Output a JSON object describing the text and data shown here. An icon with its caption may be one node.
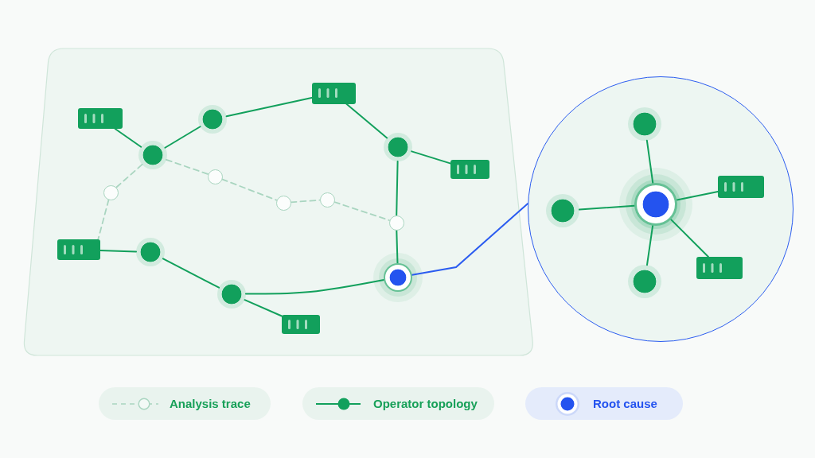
{
  "diagram": {
    "nodes": [
      {
        "text": [],
        "shape": "box"
      },
      {
        "text": [],
        "shape": "circle"
      },
      {
        "text": [],
        "shape": "box"
      },
      {
        "text": [],
        "shape": "circle"
      },
      {
        "text": [],
        "shape": "circle"
      },
      {
        "text": [],
        "shape": "box"
      },
      {
        "text": [],
        "shape": "circle"
      },
      {
        "text": [],
        "shape": "circle"
      },
      {
        "text": [],
        "shape": "circle"
      },
      {
        "text": [],
        "shape": "circle"
      },
      {
        "text": [],
        "shape": "circle"
      },
      {
        "text": [],
        "shape": "box"
      },
      {
        "text": [],
        "shape": "circle"
      },
      {
        "text": [],
        "shape": "circle"
      },
      {
        "text": [],
        "shape": "circle"
      },
      {
        "text": [],
        "shape": "box"
      },
      {
        "text": [],
        "shape": "circle"
      },
      {
        "text": [],
        "shape": "circle",
        "in": 16
      },
      {
        "text": [],
        "shape": "box",
        "in": 16
      },
      {
        "text": [],
        "shape": "circle",
        "in": 16
      },
      {
        "text": [],
        "shape": "circle",
        "in": 16
      },
      {
        "text": [],
        "shape": "box",
        "in": 16
      },
      {
        "text": [],
        "shape": "circle",
        "in": 16
      }
    ],
    "edges": [
      {
        "from": 0,
        "to": 3,
        "arrow": "none"
      },
      {
        "from": 3,
        "to": 1,
        "arrow": "none"
      },
      {
        "from": 1,
        "to": 2,
        "arrow": "none"
      },
      {
        "from": 2,
        "to": 4,
        "arrow": "none"
      },
      {
        "from": 4,
        "to": 5,
        "arrow": "none"
      },
      {
        "from": 4,
        "to": 10,
        "arrow": "none"
      },
      {
        "from": 10,
        "to": 13,
        "arrow": "none"
      },
      {
        "from": 11,
        "to": 12,
        "arrow": "none"
      },
      {
        "from": 12,
        "to": 14,
        "arrow": "none"
      },
      {
        "from": 14,
        "to": 15,
        "arrow": "none"
      },
      {
        "from": 14,
        "to": 13,
        "arrow": "none"
      },
      {
        "from": 3,
        "to": 6,
        "arrow": "none",
        "style": "dashed",
        "color": "#a9d5c0"
      },
      {
        "from": 6,
        "to": 11,
        "arrow": "none",
        "style": "dashed",
        "color": "#a9d5c0"
      },
      {
        "from": 3,
        "to": 7,
        "arrow": "none",
        "style": "dashed",
        "color": "#a9d5c0"
      },
      {
        "from": 7,
        "to": 8,
        "arrow": "none",
        "style": "dashed",
        "color": "#a9d5c0"
      },
      {
        "from": 8,
        "to": 9,
        "arrow": "none",
        "style": "dashed",
        "color": "#a9d5c0"
      },
      {
        "from": 9,
        "to": 10,
        "arrow": "none",
        "style": "dashed",
        "color": "#a9d5c0"
      },
      {
        "from": 13,
        "to": 16,
        "arrow": "none",
        "color": "#2b5cf0"
      },
      {
        "from": 19,
        "to": 17,
        "arrow": "none"
      },
      {
        "from": 19,
        "to": 18,
        "arrow": "none"
      },
      {
        "from": 19,
        "to": 20,
        "arrow": "none"
      },
      {
        "from": 19,
        "to": 21,
        "arrow": "none"
      },
      {
        "from": 19,
        "to": 22,
        "arrow": "none"
      }
    ],
    "legend": [
      {
        "text": "Analysis trace"
      },
      {
        "text": "Operator topology"
      },
      {
        "text": "Root cause"
      }
    ]
  }
}
